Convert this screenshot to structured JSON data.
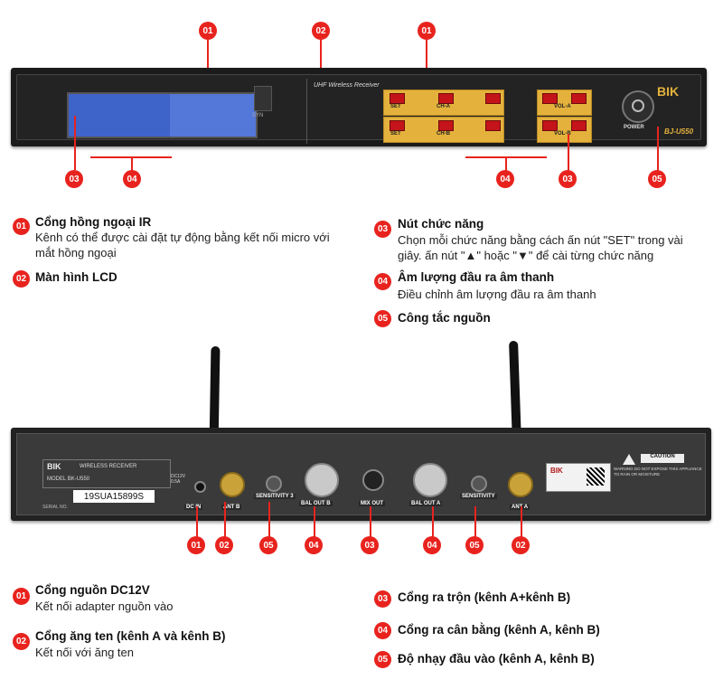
{
  "front_panel": {
    "header_text": "UHF Wireless Receiver",
    "sync_label": "SYN",
    "set_label": "SET",
    "cha_label": "CH-A",
    "chb_label": "CH-B",
    "vola_label": "VOL-A",
    "volb_label": "VOL-B",
    "power_label": "POWER",
    "brand": "BIK",
    "model": "BJ-U550",
    "callouts_top": [
      "01",
      "02",
      "01"
    ],
    "callouts_bottom": [
      "03",
      "04",
      "04",
      "03",
      "05"
    ]
  },
  "front_features_left": [
    {
      "num": "01",
      "title": "Cổng hồng ngoại IR",
      "desc": "Kênh có thể được cài đặt tự động bằng kết nối micro với mắt hồng ngoại"
    },
    {
      "num": "02",
      "title": "Màn hình LCD",
      "desc": ""
    }
  ],
  "front_features_right": [
    {
      "num": "03",
      "title": "Nút chức năng",
      "desc": "Chọn mỗi chức năng bằng cách ấn nút \"SET\" trong vài giây. ấn nút \"▲\" hoặc \"▼\" để cài từng chức năng"
    },
    {
      "num": "04",
      "title": "Âm lượng đầu ra âm thanh",
      "desc": "Điều chỉnh âm lượng đầu ra âm thanh"
    },
    {
      "num": "05",
      "title": "Công tắc nguồn",
      "desc": ""
    }
  ],
  "rear_panel": {
    "brand": "BIK",
    "wireless_receiver": "WIRELESS RECEIVER",
    "model_label": "MODEL BK-U550",
    "serial_label": "SERIAL NO.",
    "serial_value": "19SUA15899S",
    "dc_label": "DC12V 0.5A",
    "dcin_label": "DC IN",
    "antb_label": "ANT B",
    "sens3_label": "SENSITIVITY 3",
    "sens_label": "SENSITIVITY",
    "balb_label": "BAL OUT B",
    "mix_label": "MIX OUT",
    "bala_label": "BAL OUT A",
    "anta_label": "ANT A",
    "caution_label": "CAUTION",
    "warning_text": "WARNING DO NOT EXPOSE THIS APPLIANCE TO RAIN OR MOISTURE",
    "callouts": [
      "01",
      "02",
      "05",
      "04",
      "03",
      "04",
      "05",
      "02"
    ]
  },
  "rear_features_left": [
    {
      "num": "01",
      "title": "Cổng nguồn DC12V",
      "desc": "Kết nối adapter nguồn vào"
    },
    {
      "num": "02",
      "title": "Cổng ăng ten (kênh A và kênh B)",
      "desc": "Kết nối với ăng ten"
    }
  ],
  "rear_features_right": [
    {
      "num": "03",
      "title": "Cổng ra trộn (kênh A+kênh B)"
    },
    {
      "num": "04",
      "title": "Cổng ra cân bằng (kênh A, kênh B)"
    },
    {
      "num": "05",
      "title": "Độ nhạy đầu vào (kênh A, kênh B)"
    }
  ],
  "colors": {
    "accent": "#e8231e",
    "lcd": "#3f64c9",
    "gold": "#e4b23c",
    "button": "#c4141a"
  }
}
